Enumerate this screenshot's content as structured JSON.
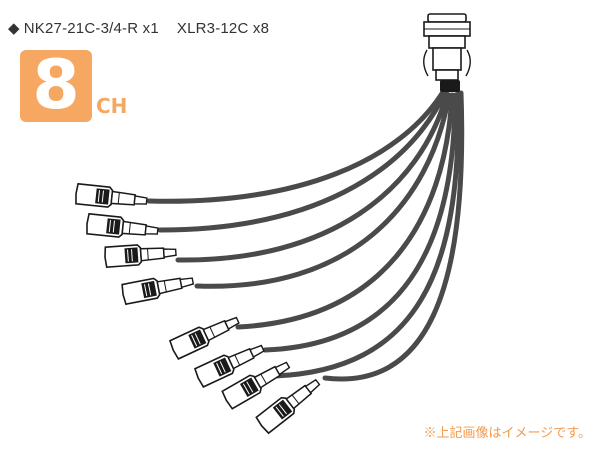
{
  "spec": {
    "marker": "◆",
    "connector_main": "NK27-21C-3/4-R x1",
    "connector_branch": "XLR3-12C x8"
  },
  "badge": {
    "number": "8",
    "unit": "CH",
    "color": "#f6a862"
  },
  "note": "※上記画像はイメージです。",
  "colors": {
    "cable": "#4a4a4a",
    "note": "#f39a4c",
    "text": "#333333"
  },
  "icons": [
    "multipin-connector-icon",
    "xlr-plug-icon"
  ]
}
